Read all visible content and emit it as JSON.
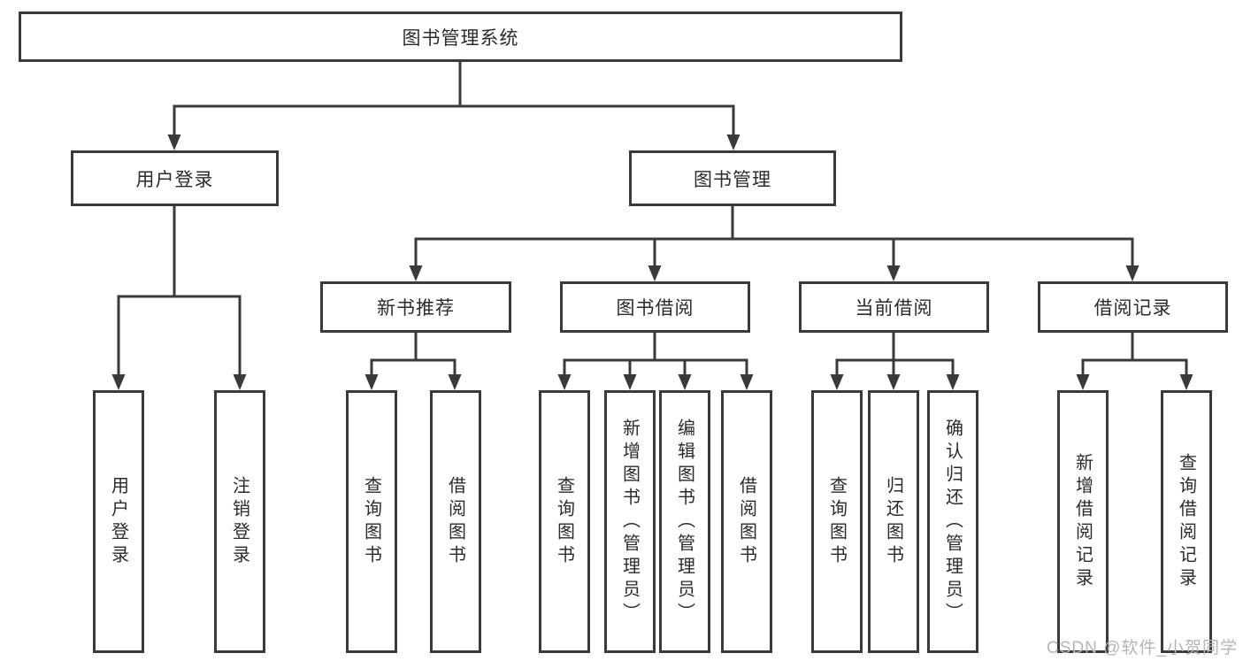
{
  "diagram": {
    "type": "hierarchy-tree",
    "root": {
      "label": "图书管理系统"
    },
    "branches": [
      {
        "label": "用户登录",
        "children": [
          {
            "label": "用户登录"
          },
          {
            "label": "注销登录"
          }
        ]
      },
      {
        "label": "图书管理",
        "children": [
          {
            "label": "新书推荐",
            "children": [
              {
                "label": "查询图书"
              },
              {
                "label": "借阅图书"
              }
            ]
          },
          {
            "label": "图书借阅",
            "children": [
              {
                "label": "查询图书"
              },
              {
                "label": "新增图书（管理员）"
              },
              {
                "label": "编辑图书（管理员）"
              },
              {
                "label": "借阅图书"
              }
            ]
          },
          {
            "label": "当前借阅",
            "children": [
              {
                "label": "查询图书"
              },
              {
                "label": "归还图书"
              },
              {
                "label": "确认归还（管理员）"
              }
            ]
          },
          {
            "label": "借阅记录",
            "children": [
              {
                "label": "新增借阅记录"
              },
              {
                "label": "查询借阅记录"
              }
            ]
          }
        ]
      }
    ],
    "colors": {
      "line": "#3a3a3a",
      "box_border": "#3a3a3a",
      "box_background": "#ffffff",
      "text": "#2b2b2b",
      "watermark": "#b5b5b5"
    }
  },
  "watermark": {
    "text": "CSDN @软件_小贺同学"
  }
}
